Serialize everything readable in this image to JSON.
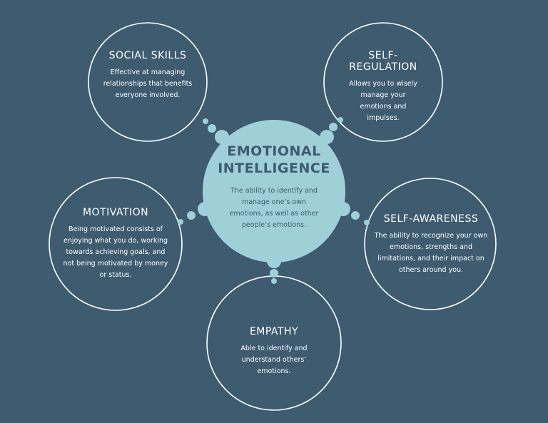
{
  "colors": {
    "background": "#3e5b70",
    "center_fill": "#9fd0d8",
    "outline": "#ffffff",
    "center_text": "#3e5b70"
  },
  "center": {
    "title_line1": "EMOTIONAL",
    "title_line2": "INTELLIGENCE",
    "description": "The ability to identify and manage one’s own emotions, as well as other people’s emotions."
  },
  "nodes": {
    "social_skills": {
      "title": "SOCIAL SKILLS",
      "description": "Effective at managing relationships that benefits everyone involved."
    },
    "self_regulation": {
      "title": "SELF-REGULATION",
      "description": "Allows you to wisely manage your emotions and impulses."
    },
    "motivation": {
      "title": "MOTIVATION",
      "description": "Being motivated consists of enjoying what you do, working towards achieving goals, and  not being motivated by money or status."
    },
    "self_awareness": {
      "title": "SELF-AWARENESS",
      "description": "The ability to recognize your own emotions, strengths and limitations, and their impact on others around you."
    },
    "empathy": {
      "title": "EMPATHY",
      "description": "Able to identify and understand others’ emotions."
    }
  }
}
